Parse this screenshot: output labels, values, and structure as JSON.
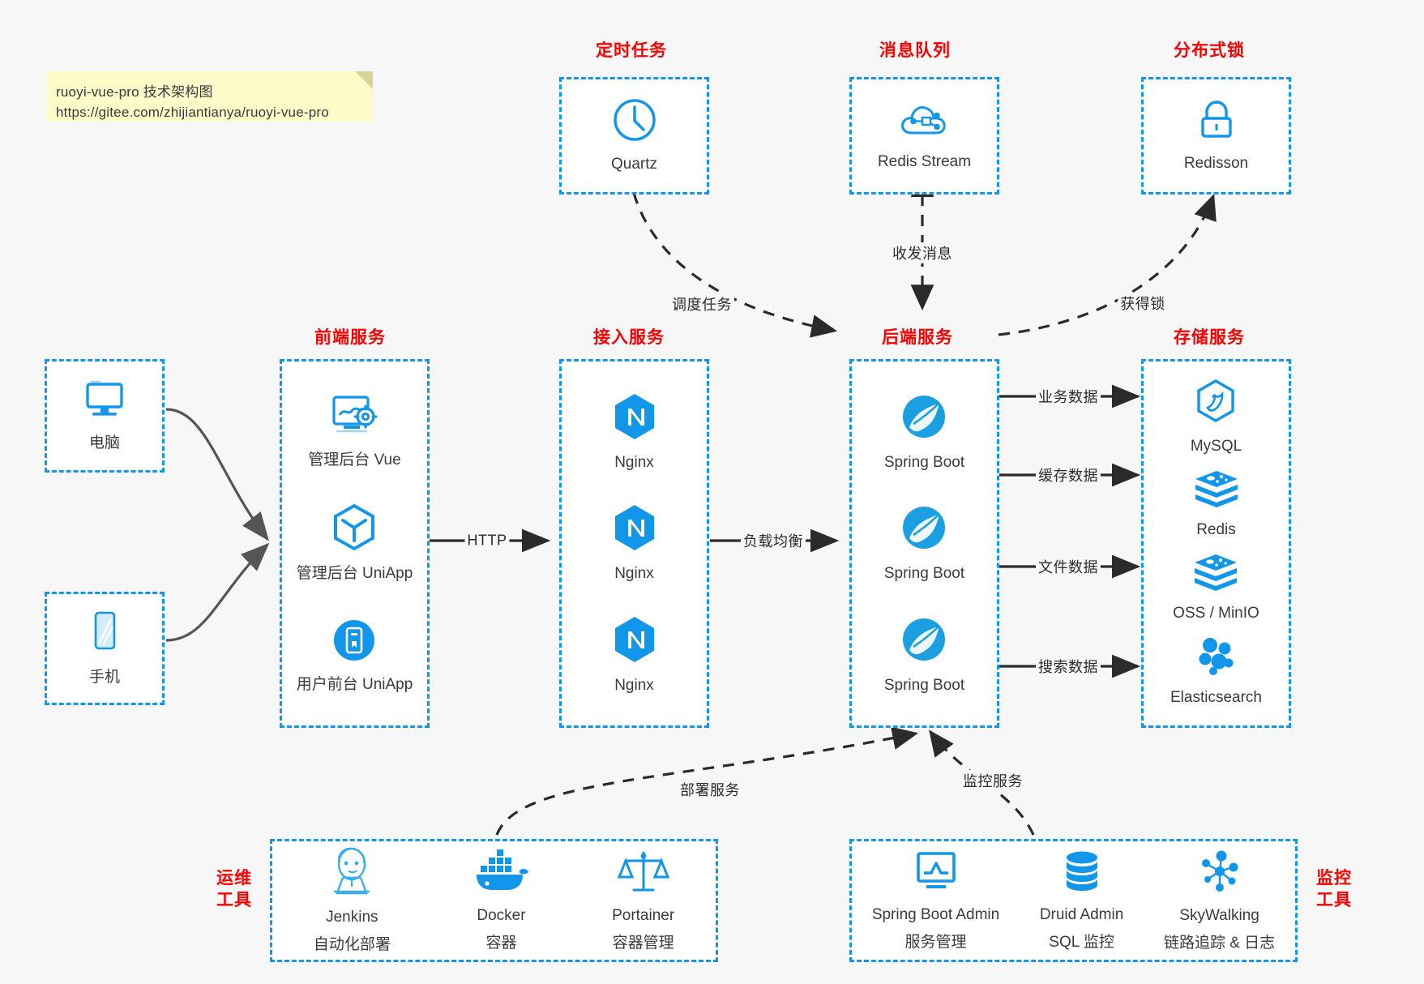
{
  "note": {
    "line1": "ruoyi-vue-pro 技术架构图",
    "line2": "https://gitee.com/zhijiantianya/ruoyi-vue-pro"
  },
  "colors": {
    "accent_blue": "#1296ea",
    "caption_red": "#ff0000",
    "arrow_gray": "#555555",
    "note_yellow": "#fdfbc8",
    "canvas": "#f7f7f7"
  },
  "captions": {
    "scheduled_task": "定时任务",
    "message_queue": "消息队列",
    "distributed_lock": "分布式锁",
    "frontend_service": "前端服务",
    "gateway_service": "接入服务",
    "backend_service": "后端服务",
    "storage_service": "存储服务",
    "devops_tools_l1": "运维",
    "devops_tools_l2": "工具",
    "monitor_tools_l1": "监控",
    "monitor_tools_l2": "工具"
  },
  "clients": {
    "computer": {
      "label": "电脑",
      "icon": "desktop-icon"
    },
    "phone": {
      "label": "手机",
      "icon": "mobile-icon"
    }
  },
  "top_boxes": {
    "quartz": {
      "label": "Quartz",
      "icon": "clock-icon"
    },
    "redis_stream": {
      "label": "Redis Stream",
      "icon": "cloud-stream-icon"
    },
    "redisson": {
      "label": "Redisson",
      "icon": "lock-icon"
    }
  },
  "frontend": {
    "items": [
      {
        "label": "管理后台 Vue",
        "icon": "dashboard-gear-icon"
      },
      {
        "label": "管理后台 UniApp",
        "icon": "cube-icon"
      },
      {
        "label": "用户前台 UniApp",
        "icon": "mobile-app-icon"
      }
    ]
  },
  "gateway": {
    "items": [
      {
        "label": "Nginx",
        "icon": "nginx-icon"
      },
      {
        "label": "Nginx",
        "icon": "nginx-icon"
      },
      {
        "label": "Nginx",
        "icon": "nginx-icon"
      }
    ]
  },
  "backend": {
    "items": [
      {
        "label": "Spring Boot",
        "icon": "spring-icon"
      },
      {
        "label": "Spring Boot",
        "icon": "spring-icon"
      },
      {
        "label": "Spring Boot",
        "icon": "spring-icon"
      }
    ]
  },
  "storage": {
    "items": [
      {
        "label": "MySQL",
        "icon": "mysql-icon"
      },
      {
        "label": "Redis",
        "icon": "redis-icon"
      },
      {
        "label": "OSS / MinIO",
        "icon": "oss-icon"
      },
      {
        "label": "Elasticsearch",
        "icon": "elasticsearch-icon"
      }
    ]
  },
  "devops": {
    "items": [
      {
        "label": "Jenkins",
        "sub": "自动化部署",
        "icon": "jenkins-icon"
      },
      {
        "label": "Docker",
        "sub": "容器",
        "icon": "docker-icon"
      },
      {
        "label": "Portainer",
        "sub": "容器管理",
        "icon": "portainer-icon"
      }
    ]
  },
  "monitor": {
    "items": [
      {
        "label": "Spring Boot Admin",
        "sub": "服务管理",
        "icon": "monitor-chart-icon"
      },
      {
        "label": "Druid Admin",
        "sub": "SQL 监控",
        "icon": "database-icon"
      },
      {
        "label": "SkyWalking",
        "sub": "链路追踪 & 日志",
        "icon": "skywalking-icon"
      }
    ]
  },
  "edges": {
    "schedule_task": "调度任务",
    "send_receive_message": "收发消息",
    "acquire_lock": "获得锁",
    "http": "HTTP",
    "load_balance": "负载均衡",
    "business_data": "业务数据",
    "cache_data": "缓存数据",
    "file_data": "文件数据",
    "search_data": "搜索数据",
    "deploy_service": "部署服务",
    "monitor_service": "监控服务"
  }
}
